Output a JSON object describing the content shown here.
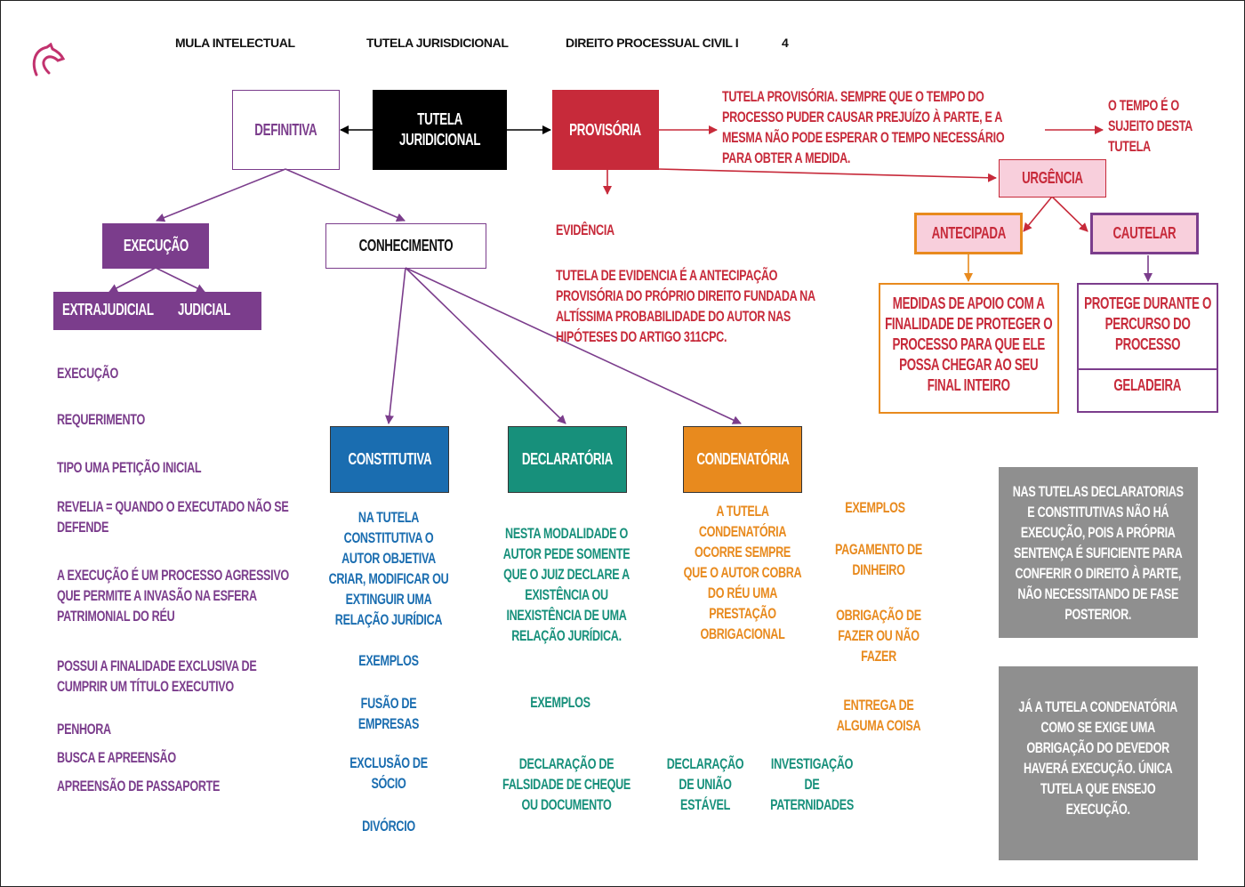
{
  "header": {
    "brand": "MULA INTELECTUAL",
    "topic": "TUTELA JURISDICIONAL",
    "subject": "DIREITO PROCESSUAL CIVIL I",
    "page": "4",
    "logo_icon": "horse-head-icon"
  },
  "colors": {
    "purple": "#7b3d8c",
    "red": "#c72a3a",
    "blue": "#1a6db0",
    "green": "#17907b",
    "orange": "#e88a1e",
    "pink": "#f8cfdc",
    "gray": "#8f8f8f",
    "black": "#000000"
  },
  "nodes": {
    "root": "TUTELA\nJURIDICIONAL",
    "definitiva": "DEFINITIVA",
    "provisoria": "PROVISÓRIA",
    "provisoria_desc": "TUTELA PROVISÓRIA. SEMPRE QUE O TEMPO DO\nPROCESSO PUDER CAUSAR PREJUÍZO À PARTE, E A\nMESMA NÃO PODE ESPERAR O TEMPO NECESSÁRIO\nPARA OBTER A MEDIDA.",
    "tempo": "O TEMPO É O\nSUJEITO DESTA\nTUTELA",
    "urgencia": "URGÊNCIA",
    "antecipada": "ANTECIPADA",
    "cautelar": "CAUTELAR",
    "antecipada_desc": "MEDIDAS DE APOIO COM A\nFINALIDADE DE PROTEGER O\nPROCESSO PARA QUE ELE\nPOSSA CHEGAR AO SEU\nFINAL INTEIRO",
    "cautelar_desc": "PROTEGE DURANTE O\nPERCURSO DO\nPROCESSO",
    "cautelar_example": "GELADEIRA",
    "evidencia": "EVIDÊNCIA",
    "evidencia_desc": "TUTELA DE EVIDENCIA É A ANTECIPAÇÃO\nPROVISÓRIA DO PRÓPRIO DIREITO FUNDADA NA\nALTÍSSIMA PROBABILIDADE DO AUTOR NAS\nHIPÓTESES DO ARTIGO 311CPC.",
    "execucao": "EXECUÇÃO",
    "conhecimento": "CONHECIMENTO",
    "extrajudicial": "EXTRAJUDICIAL",
    "judicial": "JUDICIAL",
    "constitutiva": "CONSTITUTIVA",
    "declaratoria": "DECLARATÓRIA",
    "condenatoria": "CONDENATÓRIA"
  },
  "execucao_notes": [
    "EXECUÇÃO",
    "REQUERIMENTO",
    "TIPO UMA PETIÇÃO INICIAL",
    "REVELIA = QUANDO O EXECUTADO NÃO SE\nDEFENDE",
    "A EXECUÇÃO É UM PROCESSO AGRESSIVO\nQUE PERMITE A INVASÃO NA ESFERA\nPATRIMONIAL DO RÉU",
    "POSSUI A FINALIDADE EXCLUSIVA DE\nCUMPRIR UM TÍTULO EXECUTIVO",
    "PENHORA",
    "BUSCA E APREENSÃO",
    "APREENSÃO DE PASSAPORTE"
  ],
  "constitutiva": {
    "desc": "NA TUTELA\nCONSTITUTIVA O\nAUTOR OBJETIVA\nCRIAR, MODIFICAR OU\nEXTINGUIR UMA\nRELAÇÃO JURÍDICA",
    "examples_label": "EXEMPLOS",
    "examples": [
      "FUSÃO DE\nEMPRESAS",
      "EXCLUSÃO DE\nSÓCIO",
      "DIVÓRCIO"
    ]
  },
  "declaratoria": {
    "desc": "NESTA MODALIDADE O\nAUTOR PEDE SOMENTE\nQUE O JUIZ DECLARE A\nEXISTÊNCIA OU\nINEXISTÊNCIA DE UMA\nRELAÇÃO JURÍDICA.",
    "examples_label": "EXEMPLOS",
    "examples": [
      "DECLARAÇÃO DE\nFALSIDADE DE CHEQUE\nOU DOCUMENTO",
      "DECLARAÇÃO\nDE UNIÃO\nESTÁVEL",
      "INVESTIGAÇÃO\nDE\nPATERNIDADES"
    ]
  },
  "condenatoria": {
    "desc": "A TUTELA\nCONDENATÓRIA\nOCORRE SEMPRE\nQUE O AUTOR COBRA\nDO RÉU UMA\nPRESTAÇÃO\nOBRIGACIONAL",
    "examples_label": "EXEMPLOS",
    "examples": [
      "PAGAMENTO DE\nDINHEIRO",
      "OBRIGAÇÃO DE\nFAZER OU NÃO\nFAZER",
      "ENTREGA DE\nALGUMA COISA"
    ]
  },
  "notes": [
    "NAS TUTELAS DECLARATORIAS\nE CONSTITUTIVAS NÃO HÁ\nEXECUÇÃO, POIS A PRÓPRIA\nSENTENÇA É SUFICIENTE PARA\nCONFERIR O DIREITO À PARTE,\nNÃO NECESSITANDO DE FASE\nPOSTERIOR.",
    "JÁ A TUTELA CONDENATÓRIA\nCOMO SE EXIGE UMA\nOBRIGAÇÃO DO DEVEDOR\nHAVERÁ EXECUÇÃO. ÚNICA\nTUTELA QUE ENSEJO\nEXECUÇÃO."
  ]
}
